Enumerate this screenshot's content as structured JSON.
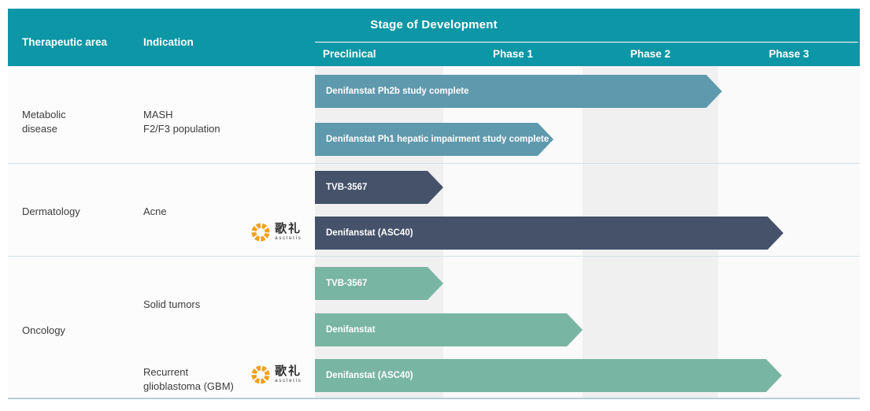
{
  "header": {
    "therapeutic_area_label": "Therapeutic area",
    "indication_label": "Indication",
    "stage_title": "Stage of Development",
    "phases": [
      "Preclinical",
      "Phase 1",
      "Phase 2",
      "Phase 3"
    ]
  },
  "brand": {
    "logo_cjk": "歌礼",
    "logo_latin": "ascletis",
    "logo_color": "#f5a01e"
  },
  "left_column": {
    "metabolic_area": "Metabolic\ndisease",
    "metabolic_indication": "MASH\nF2/F3 population",
    "dermatology_area": "Dermatology",
    "dermatology_indication": "Acne",
    "oncology_area": "Oncology",
    "oncology_indication_1": "Solid tumors",
    "oncology_indication_2": "Recurrent\nglioblastoma (GBM)"
  },
  "colors": {
    "header_teal": "#0d96a6",
    "metabolic_arrow": "#5e99ad",
    "dermatology_arrow": "#45526a",
    "oncology_arrow": "#79b5a3",
    "band_gray": "#f0f0f1",
    "band_light": "#fafafa",
    "bottom_rule": "#b6cedb"
  },
  "chart_data": {
    "type": "bar",
    "title": "Stage of Development",
    "x_categories": [
      "Preclinical",
      "Phase 1",
      "Phase 2",
      "Phase 3"
    ],
    "x_scale_note": "extent units: 0=start Preclinical, 1=end Preclinical, 2=end Phase 1, 3=end Phase 2, 4=end Phase 3",
    "legend_position": "none",
    "grid": "alternating phase column shading",
    "programs": [
      {
        "therapeutic_area": "Metabolic disease",
        "indication": "MASH F2/F3 population",
        "label": "Denifanstat Ph2b study complete",
        "extent": 3.03,
        "color": "#5e99ad"
      },
      {
        "therapeutic_area": "Metabolic disease",
        "indication": "MASH F2/F3 population",
        "label": "Denifanstat Ph1 hepatic impairment study complete",
        "extent": 1.79,
        "color": "#5e99ad"
      },
      {
        "therapeutic_area": "Dermatology",
        "indication": "Acne",
        "label": "TVB-3567",
        "extent": 1.0,
        "color": "#45526a"
      },
      {
        "therapeutic_area": "Dermatology",
        "indication": "Acne",
        "label": "Denifanstat (ASC40)",
        "extent": 3.46,
        "color": "#45526a"
      },
      {
        "therapeutic_area": "Oncology",
        "indication": "Solid tumors",
        "label": "TVB-3567",
        "extent": 1.0,
        "color": "#79b5a3"
      },
      {
        "therapeutic_area": "Oncology",
        "indication": "Solid tumors",
        "label": "Denifanstat",
        "extent": 2.0,
        "color": "#79b5a3"
      },
      {
        "therapeutic_area": "Oncology",
        "indication": "Recurrent glioblastoma (GBM)",
        "label": "Denifanstat (ASC40)",
        "extent": 3.45,
        "color": "#79b5a3"
      }
    ]
  }
}
